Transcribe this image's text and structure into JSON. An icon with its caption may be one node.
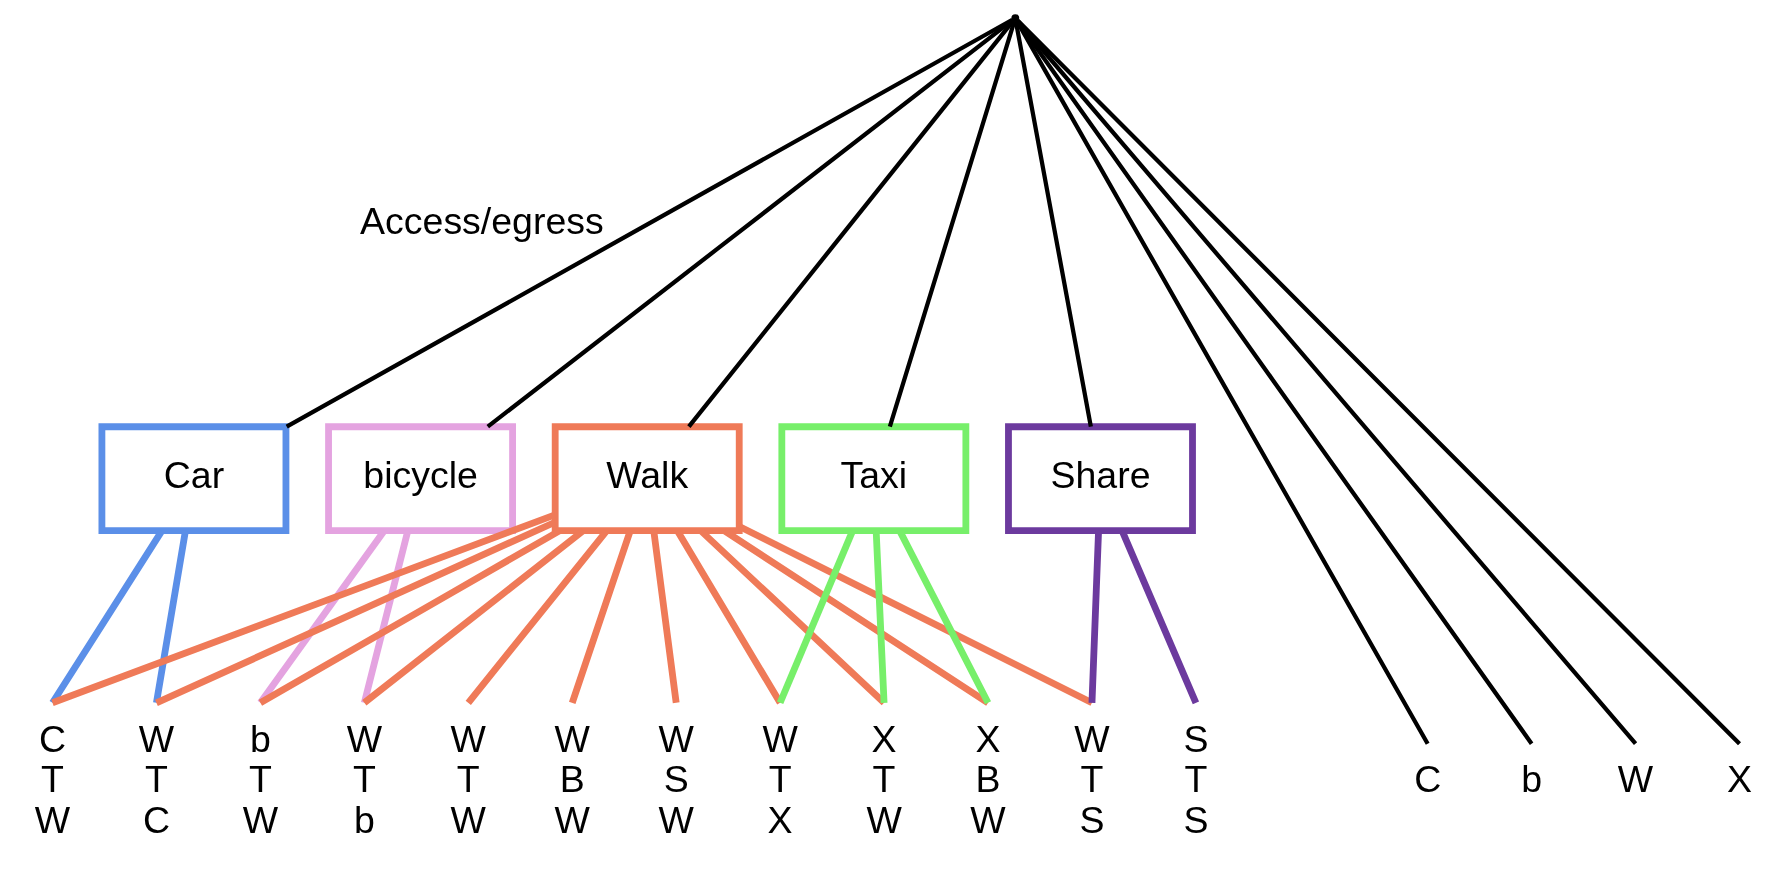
{
  "diagram": {
    "nodes": [
      {
        "text": [],
        "shape": "point"
      },
      {
        "text": [
          "Car"
        ]
      },
      {
        "text": [
          "bicycle"
        ]
      },
      {
        "text": [
          "Walk"
        ]
      },
      {
        "text": [
          "Taxi"
        ]
      },
      {
        "text": [
          "Share"
        ]
      },
      {
        "text": [
          "C",
          "T",
          "W"
        ]
      },
      {
        "text": [
          "W",
          "T",
          "C"
        ]
      },
      {
        "text": [
          "b",
          "T",
          "W"
        ]
      },
      {
        "text": [
          "W",
          "T",
          "b"
        ]
      },
      {
        "text": [
          "W",
          "T",
          "W"
        ]
      },
      {
        "text": [
          "W",
          "B",
          "W"
        ]
      },
      {
        "text": [
          "W",
          "S",
          "W"
        ]
      },
      {
        "text": [
          "W",
          "T",
          "X"
        ]
      },
      {
        "text": [
          "X",
          "T",
          "W"
        ]
      },
      {
        "text": [
          "X",
          "B",
          "W"
        ]
      },
      {
        "text": [
          "W",
          "T",
          "S"
        ]
      },
      {
        "text": [
          "S",
          "T",
          "S"
        ]
      },
      {
        "text": [
          "C"
        ]
      },
      {
        "text": [
          "b"
        ]
      },
      {
        "text": [
          "W"
        ]
      },
      {
        "text": [
          "X"
        ]
      }
    ],
    "edges": [
      {
        "from": 0,
        "to": 1,
        "arrow": "none",
        "color": "#000000"
      },
      {
        "from": 0,
        "to": 2,
        "arrow": "none",
        "color": "#000000"
      },
      {
        "from": 0,
        "to": 3,
        "arrow": "none",
        "color": "#000000"
      },
      {
        "from": 0,
        "to": 4,
        "arrow": "none",
        "color": "#000000"
      },
      {
        "from": 0,
        "to": 5,
        "arrow": "none",
        "color": "#000000"
      },
      {
        "from": 0,
        "to": 18,
        "arrow": "none",
        "color": "#000000"
      },
      {
        "from": 0,
        "to": 19,
        "arrow": "none",
        "color": "#000000"
      },
      {
        "from": 0,
        "to": 20,
        "arrow": "none",
        "color": "#000000"
      },
      {
        "from": 0,
        "to": 21,
        "arrow": "none",
        "color": "#000000"
      },
      {
        "from": 1,
        "to": 6,
        "arrow": "none",
        "color": "#5b8fe8"
      },
      {
        "from": 1,
        "to": 7,
        "arrow": "none",
        "color": "#5b8fe8"
      },
      {
        "from": 2,
        "to": 8,
        "arrow": "none",
        "color": "#e4a3e0"
      },
      {
        "from": 2,
        "to": 9,
        "arrow": "none",
        "color": "#e4a3e0"
      },
      {
        "from": 3,
        "to": 6,
        "arrow": "none",
        "color": "#ef7a58"
      },
      {
        "from": 3,
        "to": 7,
        "arrow": "none",
        "color": "#ef7a58"
      },
      {
        "from": 3,
        "to": 8,
        "arrow": "none",
        "color": "#ef7a58"
      },
      {
        "from": 3,
        "to": 9,
        "arrow": "none",
        "color": "#ef7a58"
      },
      {
        "from": 3,
        "to": 10,
        "arrow": "none",
        "color": "#ef7a58"
      },
      {
        "from": 3,
        "to": 11,
        "arrow": "none",
        "color": "#ef7a58"
      },
      {
        "from": 3,
        "to": 12,
        "arrow": "none",
        "color": "#ef7a58"
      },
      {
        "from": 3,
        "to": 13,
        "arrow": "none",
        "color": "#ef7a58"
      },
      {
        "from": 3,
        "to": 14,
        "arrow": "none",
        "color": "#ef7a58"
      },
      {
        "from": 3,
        "to": 15,
        "arrow": "none",
        "color": "#ef7a58"
      },
      {
        "from": 3,
        "to": 16,
        "arrow": "none",
        "color": "#ef7a58"
      },
      {
        "from": 4,
        "to": 13,
        "arrow": "none",
        "color": "#77ef6a"
      },
      {
        "from": 4,
        "to": 14,
        "arrow": "none",
        "color": "#77ef6a"
      },
      {
        "from": 4,
        "to": 15,
        "arrow": "none",
        "color": "#77ef6a"
      },
      {
        "from": 5,
        "to": 16,
        "arrow": "none",
        "color": "#6c3a9e"
      },
      {
        "from": 5,
        "to": 17,
        "arrow": "none",
        "color": "#6c3a9e"
      }
    ],
    "labels": [
      "Access/egress"
    ]
  }
}
